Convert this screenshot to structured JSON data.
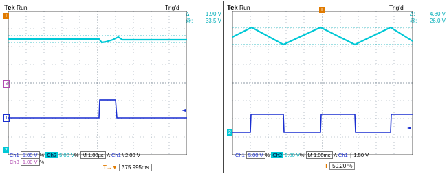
{
  "left": {
    "brand": "Tek",
    "mode": "Run",
    "trigger_state": "Trig'd",
    "cursor": {
      "delta_label": "Δ:",
      "delta_value": "1.90 V",
      "at_label": "@:",
      "at_value": "33.5 V"
    },
    "channel_markers": {
      "ch1": "1",
      "ch3": "3",
      "ch2": "2",
      "trigger_t": "T"
    },
    "footer_row1": {
      "ch1_label": "Ch1",
      "ch1_scale": "5.00 V",
      "ch1_coupling": "%",
      "ch2_label": "Ch2",
      "ch2_scale": "5.00 V",
      "ch2_coupling": "%",
      "timebase": "M 1.00µs",
      "trigger_mode": "A",
      "trigger_source": "Ch1",
      "slope": "\\",
      "trigger_level": "2.00 V"
    },
    "footer_row2": {
      "ch3_label": "Ch3",
      "ch3_scale": "1.00 V",
      "ch3_coupling": "%"
    },
    "bottom_readout": {
      "prefix": "T→▼",
      "value": "375.995ms"
    }
  },
  "right": {
    "brand": "Tek",
    "mode": "Run",
    "trigger_state": "Trig'd",
    "cursor": {
      "delta_label": "Δ:",
      "delta_value": "4.80 V",
      "at_label": "@:",
      "at_value": "26.0 V"
    },
    "channel_markers": {
      "ch2": "2",
      "trigger_t": "T"
    },
    "footer_row1": {
      "ch1_label": "Ch1",
      "ch1_scale": "5.00 V",
      "ch1_coupling": "%",
      "ch2_label": "Ch2",
      "ch2_scale": "5.00 V",
      "ch2_coupling": "%",
      "timebase": "M 1.00ms",
      "trigger_mode": "A",
      "trigger_source": "Ch1",
      "slope": "⌠",
      "trigger_level": "1.50 V"
    },
    "bottom_readout": {
      "prefix": "T",
      "value": "50.20 %"
    }
  },
  "colors": {
    "cyan": "#00c8d6",
    "blue": "#1a2fd0",
    "orange": "#e07a00",
    "magenta": "#b04ab0",
    "grid": "#9aa"
  }
}
